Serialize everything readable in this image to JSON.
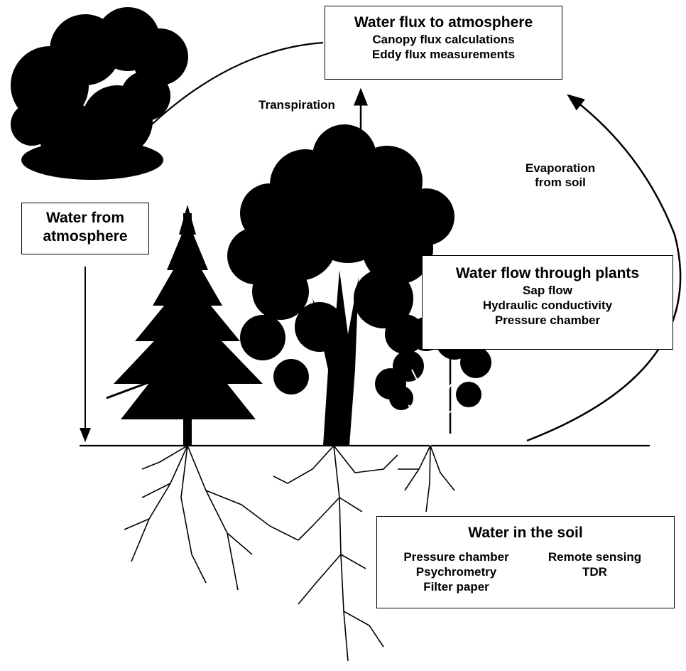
{
  "flux_box": {
    "title": "Water flux to atmosphere",
    "items": [
      "Canopy flux calculations",
      "Eddy flux measurements"
    ]
  },
  "atmosphere_box": {
    "title_line1": "Water from",
    "title_line2": "atmosphere"
  },
  "plants_box": {
    "title": "Water flow through plants",
    "items": [
      "Sap flow",
      "Hydraulic conductivity",
      "Pressure chamber"
    ]
  },
  "soil_box": {
    "title": "Water in the soil",
    "left_items": [
      "Pressure chamber",
      "Psychrometry",
      "Filter paper"
    ],
    "right_items": [
      "Remote sensing",
      "TDR"
    ]
  },
  "labels": {
    "transpiration": "Transpiration",
    "evaporation_line1": "Evaporation",
    "evaporation_line2": "from soil"
  },
  "colors": {
    "ink": "#000000",
    "background": "#ffffff"
  }
}
